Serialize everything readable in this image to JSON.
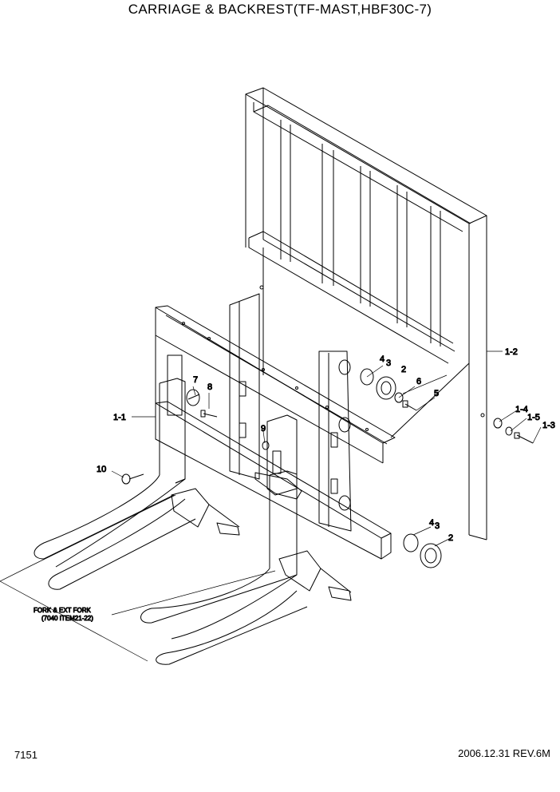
{
  "title": "CARRIAGE & BACKREST(TF-MAST,HBF30C-7)",
  "page_number": "7151",
  "revision": "2006.12.31  REV.6M",
  "callouts": {
    "c1_2": "1-2",
    "c1_1": "1-1",
    "c1_3": "1-3",
    "c1_4": "1-4",
    "c1_5": "1-5",
    "c2a": "2",
    "c3a": "3",
    "c4a": "4",
    "c5": "5",
    "c6": "6",
    "c7": "7",
    "c8": "8",
    "c9": "9",
    "c10": "10",
    "c2b": "2",
    "c3b": "3",
    "c4b": "4"
  },
  "fork_note": {
    "line1": "FORK & EXT FORK",
    "line2": "(7040 ITEM21-22)"
  }
}
